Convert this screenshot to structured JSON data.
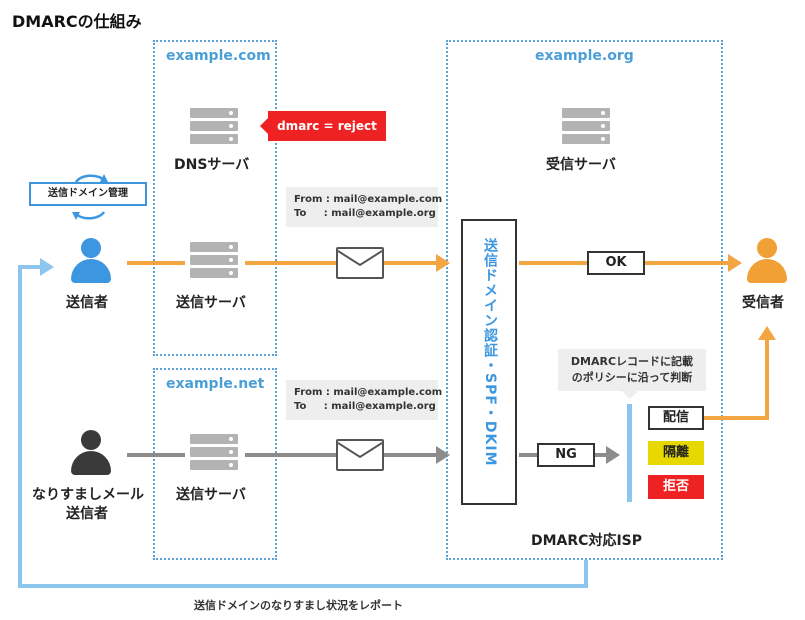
{
  "title": "DMARCの仕組み",
  "domains": {
    "left_top": "example.com",
    "left_bottom": "example.net",
    "right": "example.org"
  },
  "servers": {
    "dns": "DNSサーバ",
    "sender_top": "送信サーバ",
    "sender_bottom": "送信サーバ",
    "receiver": "受信サーバ"
  },
  "people": {
    "sender": "送信者",
    "spoofer_line1": "なりすましメール",
    "spoofer_line2": "送信者",
    "recipient": "受信者"
  },
  "dns_record": "dmarc = reject",
  "domain_management": "送信ドメイン管理",
  "mail_top": {
    "from": "From : mail@example.com",
    "to": "To     : mail@example.org"
  },
  "mail_bottom": {
    "from": "From : mail@example.com",
    "to": "To     : mail@example.org"
  },
  "auth_box_label": "送信ドメイン認証・SPF・DKIM",
  "results": {
    "ok": "OK",
    "ng": "NG"
  },
  "policy_note": {
    "line1": "DMARCレコードに記載",
    "line2": "のポリシーに沿って判断"
  },
  "policy_options": {
    "deliver": "配信",
    "quarantine": "隔離",
    "reject": "拒否"
  },
  "isp_label": "DMARC対応ISP",
  "report_label": "送信ドメインのなりすまし状況をレポート",
  "colors": {
    "blue": "#3d96e0",
    "orange": "#f2a541",
    "gray": "#8c8c8c",
    "red": "#ee2222",
    "yellow": "#e6d800",
    "dotted_border": "#5ba3d6"
  }
}
